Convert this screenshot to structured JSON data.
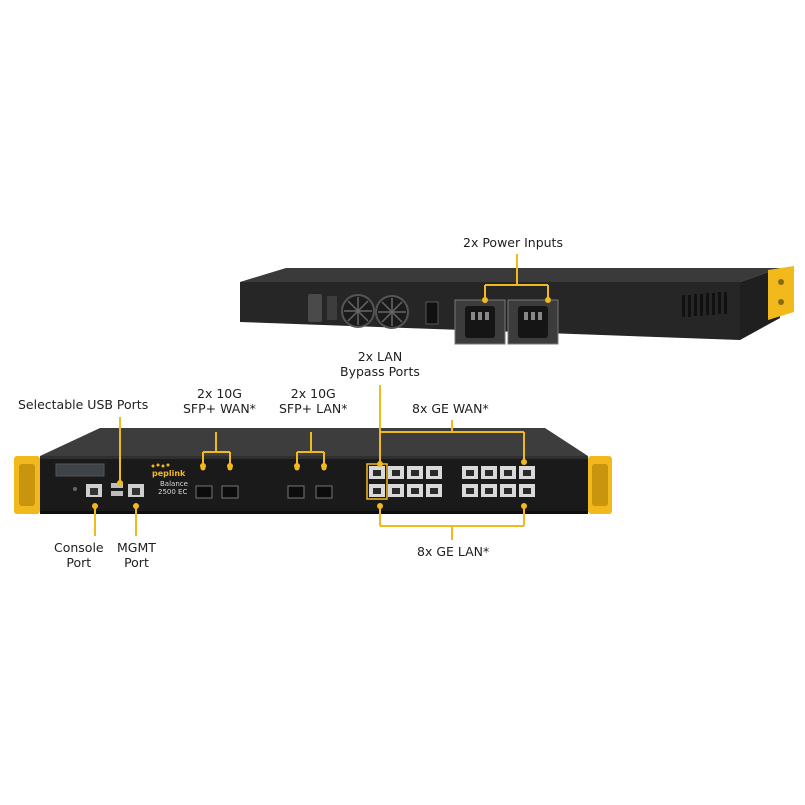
{
  "callouts": {
    "power_inputs": "2x Power Inputs",
    "lan_bypass": [
      "2x LAN",
      "Bypass Ports"
    ],
    "usb_ports": "Selectable USB Ports",
    "sfp_wan": [
      "2x 10G",
      "SFP+ WAN*"
    ],
    "sfp_lan": [
      "2x 10G",
      "SFP+ LAN*"
    ],
    "ge_wan": "8x GE WAN*",
    "ge_lan": "8x GE LAN*",
    "console": [
      "Console",
      "Port"
    ],
    "mgmt": [
      "MGMT",
      "Port"
    ]
  },
  "device": {
    "brand": "peplink",
    "model_line1": "Balance",
    "model_line2": "2500 EC"
  },
  "colors": {
    "accent": "#f2b91d",
    "chassis": "#2b2b2b",
    "panel": "#1a1a1a",
    "port": "#d9d9d9"
  }
}
